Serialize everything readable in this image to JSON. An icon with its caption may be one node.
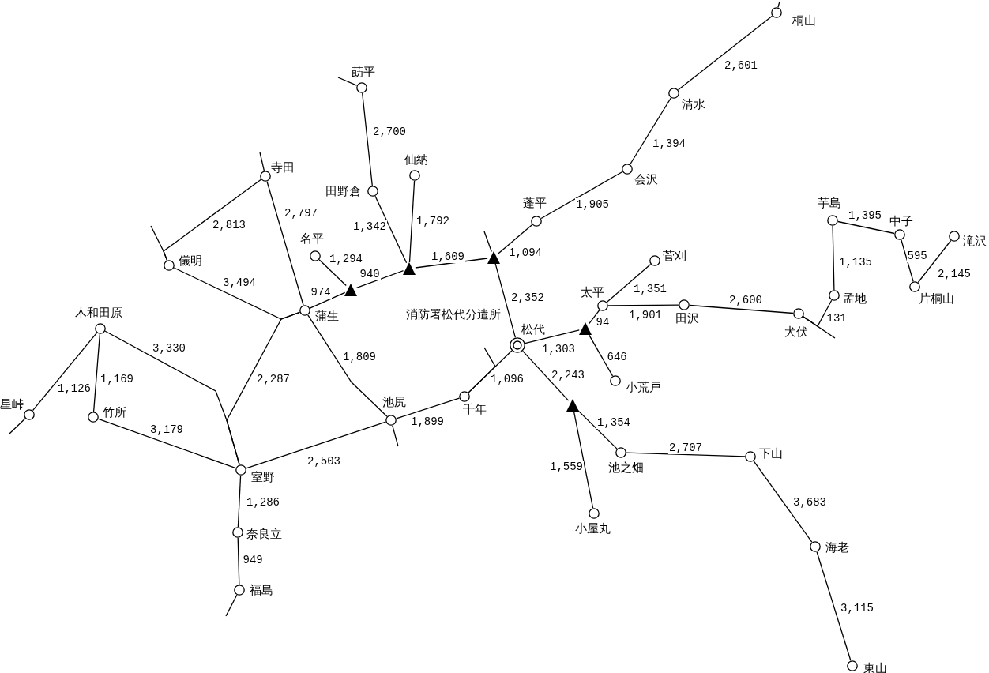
{
  "diagram": {
    "nodes": [
      {
        "text": [],
        "shape": "circle",
        "beside": [
          "桐山"
        ]
      },
      {
        "text": [],
        "shape": "circle",
        "beside": [
          "莇平"
        ]
      },
      {
        "text": [],
        "shape": "circle",
        "beside": [
          "清水"
        ]
      },
      {
        "text": [],
        "shape": "circle",
        "beside": [
          "会沢"
        ]
      },
      {
        "text": [],
        "shape": "circle",
        "beside": [
          "仙納"
        ]
      },
      {
        "text": [],
        "shape": "circle",
        "beside": [
          "寺田"
        ]
      },
      {
        "text": [],
        "shape": "circle",
        "beside": [
          "田野倉"
        ]
      },
      {
        "text": [],
        "shape": "circle",
        "beside": [
          "芋島"
        ]
      },
      {
        "text": [],
        "shape": "circle",
        "beside": [
          "蓬平"
        ]
      },
      {
        "text": [],
        "shape": "circle",
        "beside": [
          "中子"
        ]
      },
      {
        "text": [],
        "shape": "circle",
        "beside": [
          "滝沢"
        ]
      },
      {
        "text": [],
        "shape": "circle",
        "beside": [
          "名平"
        ]
      },
      {
        "text": [],
        "shape": "circle",
        "beside": [
          "菅刈"
        ]
      },
      {
        "text": [],
        "shape": "circle",
        "beside": [
          "儀明"
        ]
      },
      {
        "text": [],
        "shape": "triangle"
      },
      {
        "text": [],
        "shape": "triangle"
      },
      {
        "text": [],
        "shape": "triangle"
      },
      {
        "text": [],
        "shape": "circle",
        "beside": [
          "片桐山"
        ]
      },
      {
        "text": [],
        "shape": "circle",
        "beside": [
          "孟地"
        ]
      },
      {
        "text": [],
        "shape": "circle",
        "beside": [
          "太平"
        ]
      },
      {
        "text": [],
        "shape": "circle",
        "beside": [
          "田沢"
        ]
      },
      {
        "text": [],
        "shape": "circle",
        "beside": [
          "蒲生"
        ]
      },
      {
        "text": [],
        "shape": "circle",
        "beside": [
          "犬伏"
        ]
      },
      {
        "text": [],
        "shape": "circle",
        "beside": [
          "木和田原"
        ]
      },
      {
        "text": [],
        "shape": "triangle"
      },
      {
        "text": [],
        "shape": "bullseye",
        "beside": [
          "消防署松代分遣所",
          "松代"
        ]
      },
      {
        "text": [],
        "shape": "circle",
        "beside": [
          "小荒戸"
        ]
      },
      {
        "text": [],
        "shape": "circle",
        "beside": [
          "千年"
        ]
      },
      {
        "text": [],
        "shape": "triangle"
      },
      {
        "text": [],
        "shape": "circle",
        "beside": [
          "星峠"
        ]
      },
      {
        "text": [],
        "shape": "circle",
        "beside": [
          "竹所"
        ]
      },
      {
        "text": [],
        "shape": "circle",
        "beside": [
          "池尻"
        ]
      },
      {
        "text": [],
        "shape": "circle",
        "beside": [
          "池之畑"
        ]
      },
      {
        "text": [],
        "shape": "circle",
        "beside": [
          "下山"
        ]
      },
      {
        "text": [],
        "shape": "circle",
        "beside": [
          "室野"
        ]
      },
      {
        "text": [],
        "shape": "circle",
        "beside": [
          "小屋丸"
        ]
      },
      {
        "text": [],
        "shape": "circle",
        "beside": [
          "奈良立"
        ]
      },
      {
        "text": [],
        "shape": "circle",
        "beside": [
          "海老"
        ]
      },
      {
        "text": [],
        "shape": "circle",
        "beside": [
          "福島"
        ]
      },
      {
        "text": [],
        "shape": "circle",
        "beside": [
          "東山"
        ]
      }
    ],
    "edges": [
      {
        "from": 0,
        "to": 2,
        "arrow": "none",
        "label": "2,601"
      },
      {
        "from": 2,
        "to": 3,
        "arrow": "none",
        "label": "1,394"
      },
      {
        "from": 3,
        "to": 8,
        "arrow": "none",
        "label": "1,905"
      },
      {
        "from": 8,
        "to": 15,
        "arrow": "none",
        "label": "1,094"
      },
      {
        "from": 1,
        "to": 6,
        "arrow": "none",
        "label": "2,700"
      },
      {
        "from": 6,
        "to": 14,
        "arrow": "none",
        "label": "1,342"
      },
      {
        "from": 4,
        "to": 14,
        "arrow": "none",
        "label": "1,792"
      },
      {
        "from": 14,
        "to": 15,
        "arrow": "none",
        "label": "1,609"
      },
      {
        "from": 16,
        "to": 14,
        "arrow": "none",
        "label": "940"
      },
      {
        "from": 11,
        "to": 16,
        "arrow": "none",
        "label": "1,294"
      },
      {
        "from": 21,
        "to": 16,
        "arrow": "none",
        "label": "974"
      },
      {
        "from": 5,
        "to": 21,
        "arrow": "none",
        "label": "2,797"
      },
      {
        "from": 5,
        "to": 13,
        "arrow": "none",
        "label": "2,813"
      },
      {
        "from": 13,
        "to": 21,
        "arrow": "none",
        "label": "3,494"
      },
      {
        "from": 34,
        "to": 21,
        "arrow": "none",
        "label": "2,287"
      },
      {
        "from": 23,
        "to": 34,
        "arrow": "none",
        "label": "3,330"
      },
      {
        "from": 21,
        "to": 31,
        "arrow": "none",
        "label": "1,809"
      },
      {
        "from": 23,
        "to": 29,
        "arrow": "none",
        "label": "1,126"
      },
      {
        "from": 23,
        "to": 30,
        "arrow": "none",
        "label": "1,169"
      },
      {
        "from": 30,
        "to": 34,
        "arrow": "none",
        "label": "3,179"
      },
      {
        "from": 34,
        "to": 31,
        "arrow": "none",
        "label": "2,503"
      },
      {
        "from": 31,
        "to": 27,
        "arrow": "none",
        "label": "1,899"
      },
      {
        "from": 27,
        "to": 25,
        "arrow": "none",
        "label": "1,096"
      },
      {
        "from": 25,
        "to": 15,
        "arrow": "none",
        "label": "2,352"
      },
      {
        "from": 25,
        "to": 24,
        "arrow": "none",
        "label": "1,303"
      },
      {
        "from": 24,
        "to": 19,
        "arrow": "none",
        "label": "94"
      },
      {
        "from": 24,
        "to": 26,
        "arrow": "none",
        "label": "646"
      },
      {
        "from": 19,
        "to": 12,
        "arrow": "none",
        "label": "1,351"
      },
      {
        "from": 19,
        "to": 20,
        "arrow": "none",
        "label": "1,901"
      },
      {
        "from": 20,
        "to": 22,
        "arrow": "none",
        "label": "2,600"
      },
      {
        "from": 18,
        "to": 22,
        "arrow": "none",
        "label": "131"
      },
      {
        "from": 7,
        "to": 18,
        "arrow": "none",
        "label": "1,135"
      },
      {
        "from": 7,
        "to": 9,
        "arrow": "none",
        "label": "1,395"
      },
      {
        "from": 9,
        "to": 17,
        "arrow": "none",
        "label": "595"
      },
      {
        "from": 17,
        "to": 10,
        "arrow": "none",
        "label": "2,145"
      },
      {
        "from": 25,
        "to": 28,
        "arrow": "none",
        "label": "2,243"
      },
      {
        "from": 28,
        "to": 32,
        "arrow": "none",
        "label": "1,354"
      },
      {
        "from": 35,
        "to": 28,
        "arrow": "none",
        "label": "1,559"
      },
      {
        "from": 32,
        "to": 33,
        "arrow": "none",
        "label": "2,707"
      },
      {
        "from": 33,
        "to": 37,
        "arrow": "none",
        "label": "3,683"
      },
      {
        "from": 37,
        "to": 39,
        "arrow": "none",
        "label": "3,115"
      },
      {
        "from": 34,
        "to": 36,
        "arrow": "none",
        "label": "1,286"
      },
      {
        "from": 36,
        "to": 38,
        "arrow": "none",
        "label": "949"
      },
      {
        "from": 0,
        "to": null,
        "arrow": "none"
      },
      {
        "from": 1,
        "to": null,
        "arrow": "none"
      },
      {
        "from": 5,
        "to": null,
        "arrow": "none"
      },
      {
        "from": 13,
        "to": null,
        "arrow": "none"
      },
      {
        "from": 29,
        "to": null,
        "arrow": "none"
      },
      {
        "from": 38,
        "to": null,
        "arrow": "none"
      },
      {
        "from": 31,
        "to": null,
        "arrow": "none"
      },
      {
        "from": 15,
        "to": null,
        "arrow": "none"
      },
      {
        "from": 27,
        "to": null,
        "arrow": "none"
      },
      {
        "from": 22,
        "to": null,
        "arrow": "none"
      }
    ]
  }
}
